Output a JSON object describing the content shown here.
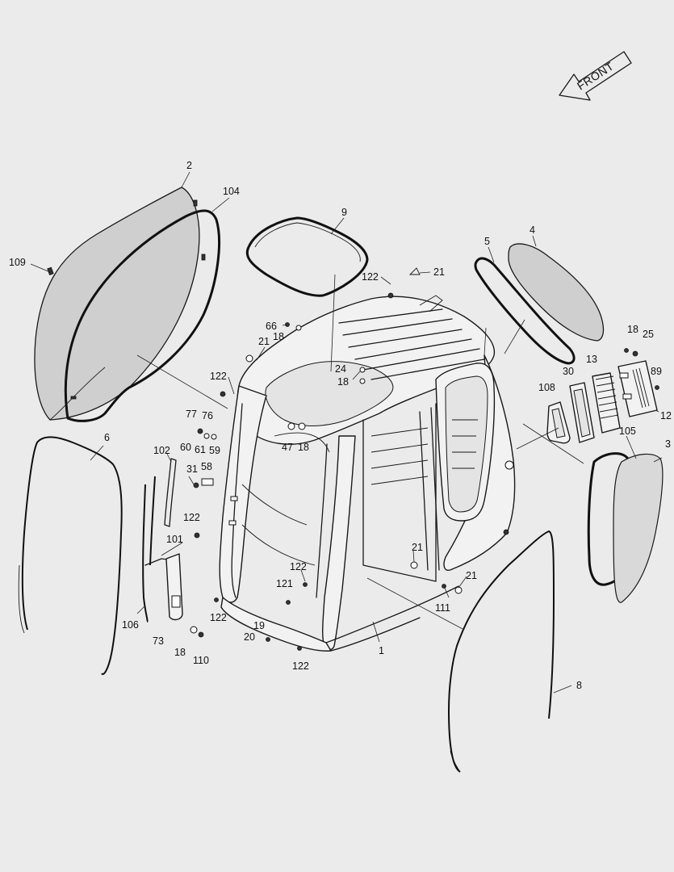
{
  "orientation": {
    "direction_label": "FRONT"
  },
  "callouts": [
    {
      "id": "c-2",
      "text": "2"
    },
    {
      "id": "c-104",
      "text": "104"
    },
    {
      "id": "c-109",
      "text": "109"
    },
    {
      "id": "c-9",
      "text": "9"
    },
    {
      "id": "c-5",
      "text": "5"
    },
    {
      "id": "c-4",
      "text": "4"
    },
    {
      "id": "c-21a",
      "text": "21"
    },
    {
      "id": "c-122a",
      "text": "122"
    },
    {
      "id": "c-66",
      "text": "66"
    },
    {
      "id": "c-18a",
      "text": "18"
    },
    {
      "id": "c-21b",
      "text": "21"
    },
    {
      "id": "c-122b",
      "text": "122"
    },
    {
      "id": "c-24",
      "text": "24"
    },
    {
      "id": "c-18b",
      "text": "18"
    },
    {
      "id": "c-18c",
      "text": "18"
    },
    {
      "id": "c-25",
      "text": "25"
    },
    {
      "id": "c-13",
      "text": "13"
    },
    {
      "id": "c-30",
      "text": "30"
    },
    {
      "id": "c-89",
      "text": "89"
    },
    {
      "id": "c-108",
      "text": "108"
    },
    {
      "id": "c-12",
      "text": "12"
    },
    {
      "id": "c-77",
      "text": "77"
    },
    {
      "id": "c-76",
      "text": "76"
    },
    {
      "id": "c-60",
      "text": "60"
    },
    {
      "id": "c-61",
      "text": "61"
    },
    {
      "id": "c-59",
      "text": "59"
    },
    {
      "id": "c-47",
      "text": "47"
    },
    {
      "id": "c-18d",
      "text": "18"
    },
    {
      "id": "c-6",
      "text": "6"
    },
    {
      "id": "c-102",
      "text": "102"
    },
    {
      "id": "c-31",
      "text": "31"
    },
    {
      "id": "c-58",
      "text": "58"
    },
    {
      "id": "c-105",
      "text": "105"
    },
    {
      "id": "c-3",
      "text": "3"
    },
    {
      "id": "c-122c",
      "text": "122"
    },
    {
      "id": "c-101",
      "text": "101"
    },
    {
      "id": "c-21c",
      "text": "21"
    },
    {
      "id": "c-122d",
      "text": "122"
    },
    {
      "id": "c-21d",
      "text": "21"
    },
    {
      "id": "c-121",
      "text": "121"
    },
    {
      "id": "c-106",
      "text": "106"
    },
    {
      "id": "c-111",
      "text": "111"
    },
    {
      "id": "c-122e",
      "text": "122"
    },
    {
      "id": "c-19",
      "text": "19"
    },
    {
      "id": "c-20",
      "text": "20"
    },
    {
      "id": "c-73",
      "text": "73"
    },
    {
      "id": "c-1",
      "text": "1"
    },
    {
      "id": "c-18e",
      "text": "18"
    },
    {
      "id": "c-110",
      "text": "110"
    },
    {
      "id": "c-122f",
      "text": "122"
    },
    {
      "id": "c-8",
      "text": "8"
    }
  ]
}
